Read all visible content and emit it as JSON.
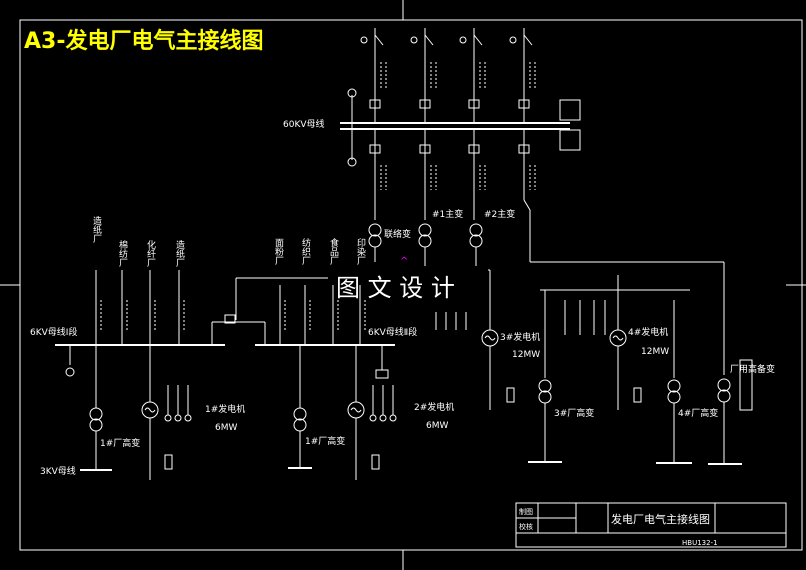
{
  "title": "A3-发电厂电气主接线图",
  "watermark": "图 文 设 计",
  "buses": {
    "kv60": "60KV母线",
    "kv6_1": "6KV母线Ⅰ段",
    "kv6_2": "6KV母线Ⅱ段",
    "kv3": "3KV母线"
  },
  "transformers": {
    "liaison": "联络变",
    "main1": "#1主变",
    "main2": "#2主变",
    "aux1": "1#厂高变",
    "aux2": "1#厂高变",
    "aux3": "3#厂高变",
    "aux4": "4#厂高变",
    "standby": "厂用高备变"
  },
  "generators": {
    "g1": "1#发电机",
    "g1_rating": "6MW",
    "g2": "2#发电机",
    "g2_rating": "6MW",
    "g3": "3#发电机",
    "g3_rating": "12MW",
    "g4": "4#发电机",
    "g4_rating": "12MW"
  },
  "feeders_left": [
    "造纸厂",
    "棉纺厂",
    "化纤厂",
    "造纸厂"
  ],
  "feeders_mid": [
    "面粉厂",
    "纺织厂",
    "食品厂",
    "印染厂"
  ],
  "title_block": {
    "drawing_title": "发电厂电气主接线图",
    "row1": "制图",
    "row2": "校核",
    "code": "HBU132-1"
  },
  "colors": {
    "background": "#000000",
    "lines": "#ffffff",
    "title": "#ffff00",
    "marker": "#ff00ff"
  }
}
